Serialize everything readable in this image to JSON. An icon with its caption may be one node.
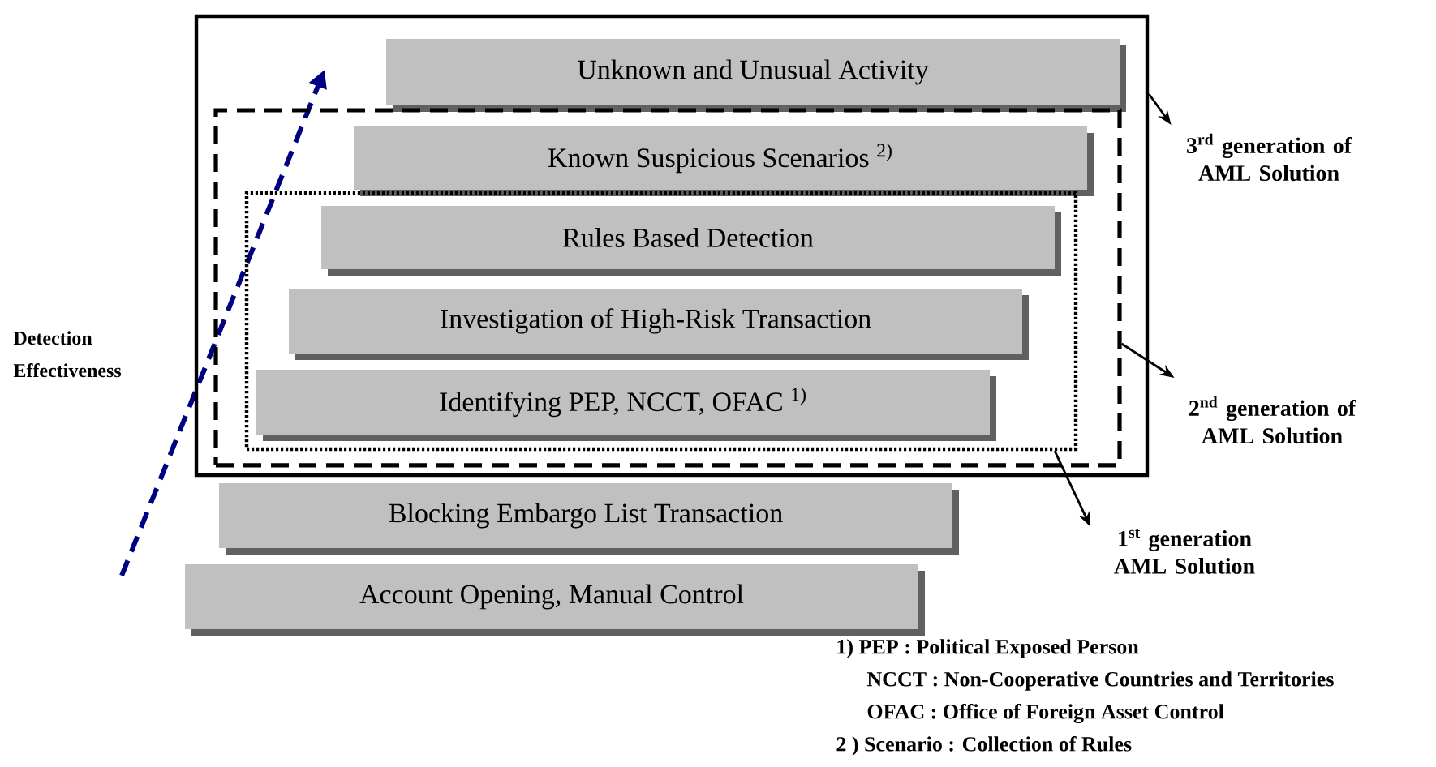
{
  "diagram": {
    "nodes": [
      {
        "text": [],
        "shape": "box"
      },
      {
        "text": [
          "Unknown and Unusual Activity"
        ],
        "in": 0
      },
      {
        "text": [],
        "shape": "box",
        "in": 0
      },
      {
        "text": [
          "Known Suspicious Scenarios $^{2)}$"
        ],
        "in": 2
      },
      {
        "text": [],
        "shape": "box",
        "in": 2
      },
      {
        "text": [
          "Rules Based Detection"
        ],
        "in": 4
      },
      {
        "text": [
          "Investigation of High-Risk Transaction"
        ],
        "in": 4
      },
      {
        "text": [
          "Identifying PEP, NCCT, OFAC $^{1)}$"
        ],
        "in": 4
      },
      {
        "text": [
          "Blocking Embargo List Transaction"
        ]
      },
      {
        "text": [
          "Account Opening, Manual Control"
        ]
      },
      {
        "text": [
          "3$^{rd}$ generation of AML Solution"
        ]
      },
      {
        "text": [
          "2$^{nd}$ generation of AML Solution"
        ]
      },
      {
        "text": [
          "1$^{st}$ generation AML Solution"
        ]
      }
    ],
    "edges": [
      {
        "from": 0,
        "to": 10,
        "arrow": "to"
      },
      {
        "from": 2,
        "to": 11,
        "arrow": "to"
      },
      {
        "from": 4,
        "to": 12,
        "arrow": "to"
      }
    ],
    "labels": [
      "Detection Effectiveness",
      "1) PEP : Political Exposed Person",
      "NCCT : Non-Cooperative Countries and Territories",
      "OFAC : Office of Foreign Asset Control",
      "2 ) Scenario : Collection of Rules"
    ]
  }
}
